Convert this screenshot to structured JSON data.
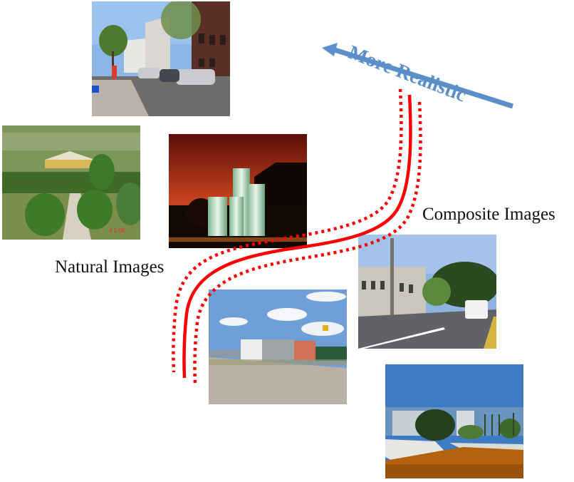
{
  "diagram": {
    "arrow": {
      "label": "More Realistic",
      "color": "#5b8fc9",
      "direction": "upper-left"
    },
    "divider": {
      "color": "#ff0000",
      "style": "solid center line with dotted lines on both sides"
    },
    "groups": [
      {
        "label": "Natural Images",
        "side": "left",
        "photos": [
          "street-brick-houses",
          "garden-gazebo",
          "night-lit-towers"
        ]
      },
      {
        "label": "Composite Images",
        "side": "right",
        "photos": [
          "industrial-buildings",
          "street-neoclassical-building",
          "road-palm-trees"
        ]
      }
    ],
    "photos": [
      {
        "id": "street-brick-houses",
        "description": "Residential street with parked cars and a pedestrian in red"
      },
      {
        "id": "garden-gazebo",
        "description": "Garden path leading to a yellow gazebo surrounded by hedges"
      },
      {
        "id": "night-lit-towers",
        "description": "Illuminated cylindrical towers against a red night sky"
      },
      {
        "id": "industrial-buildings",
        "description": "Industrial buildings behind a paved lot under a cloudy sky"
      },
      {
        "id": "street-neoclassical-building",
        "description": "City street with a neoclassical building and a white SUV"
      },
      {
        "id": "road-palm-trees",
        "description": "Road with palm trees and an orange-tinted composited road surface"
      }
    ]
  }
}
